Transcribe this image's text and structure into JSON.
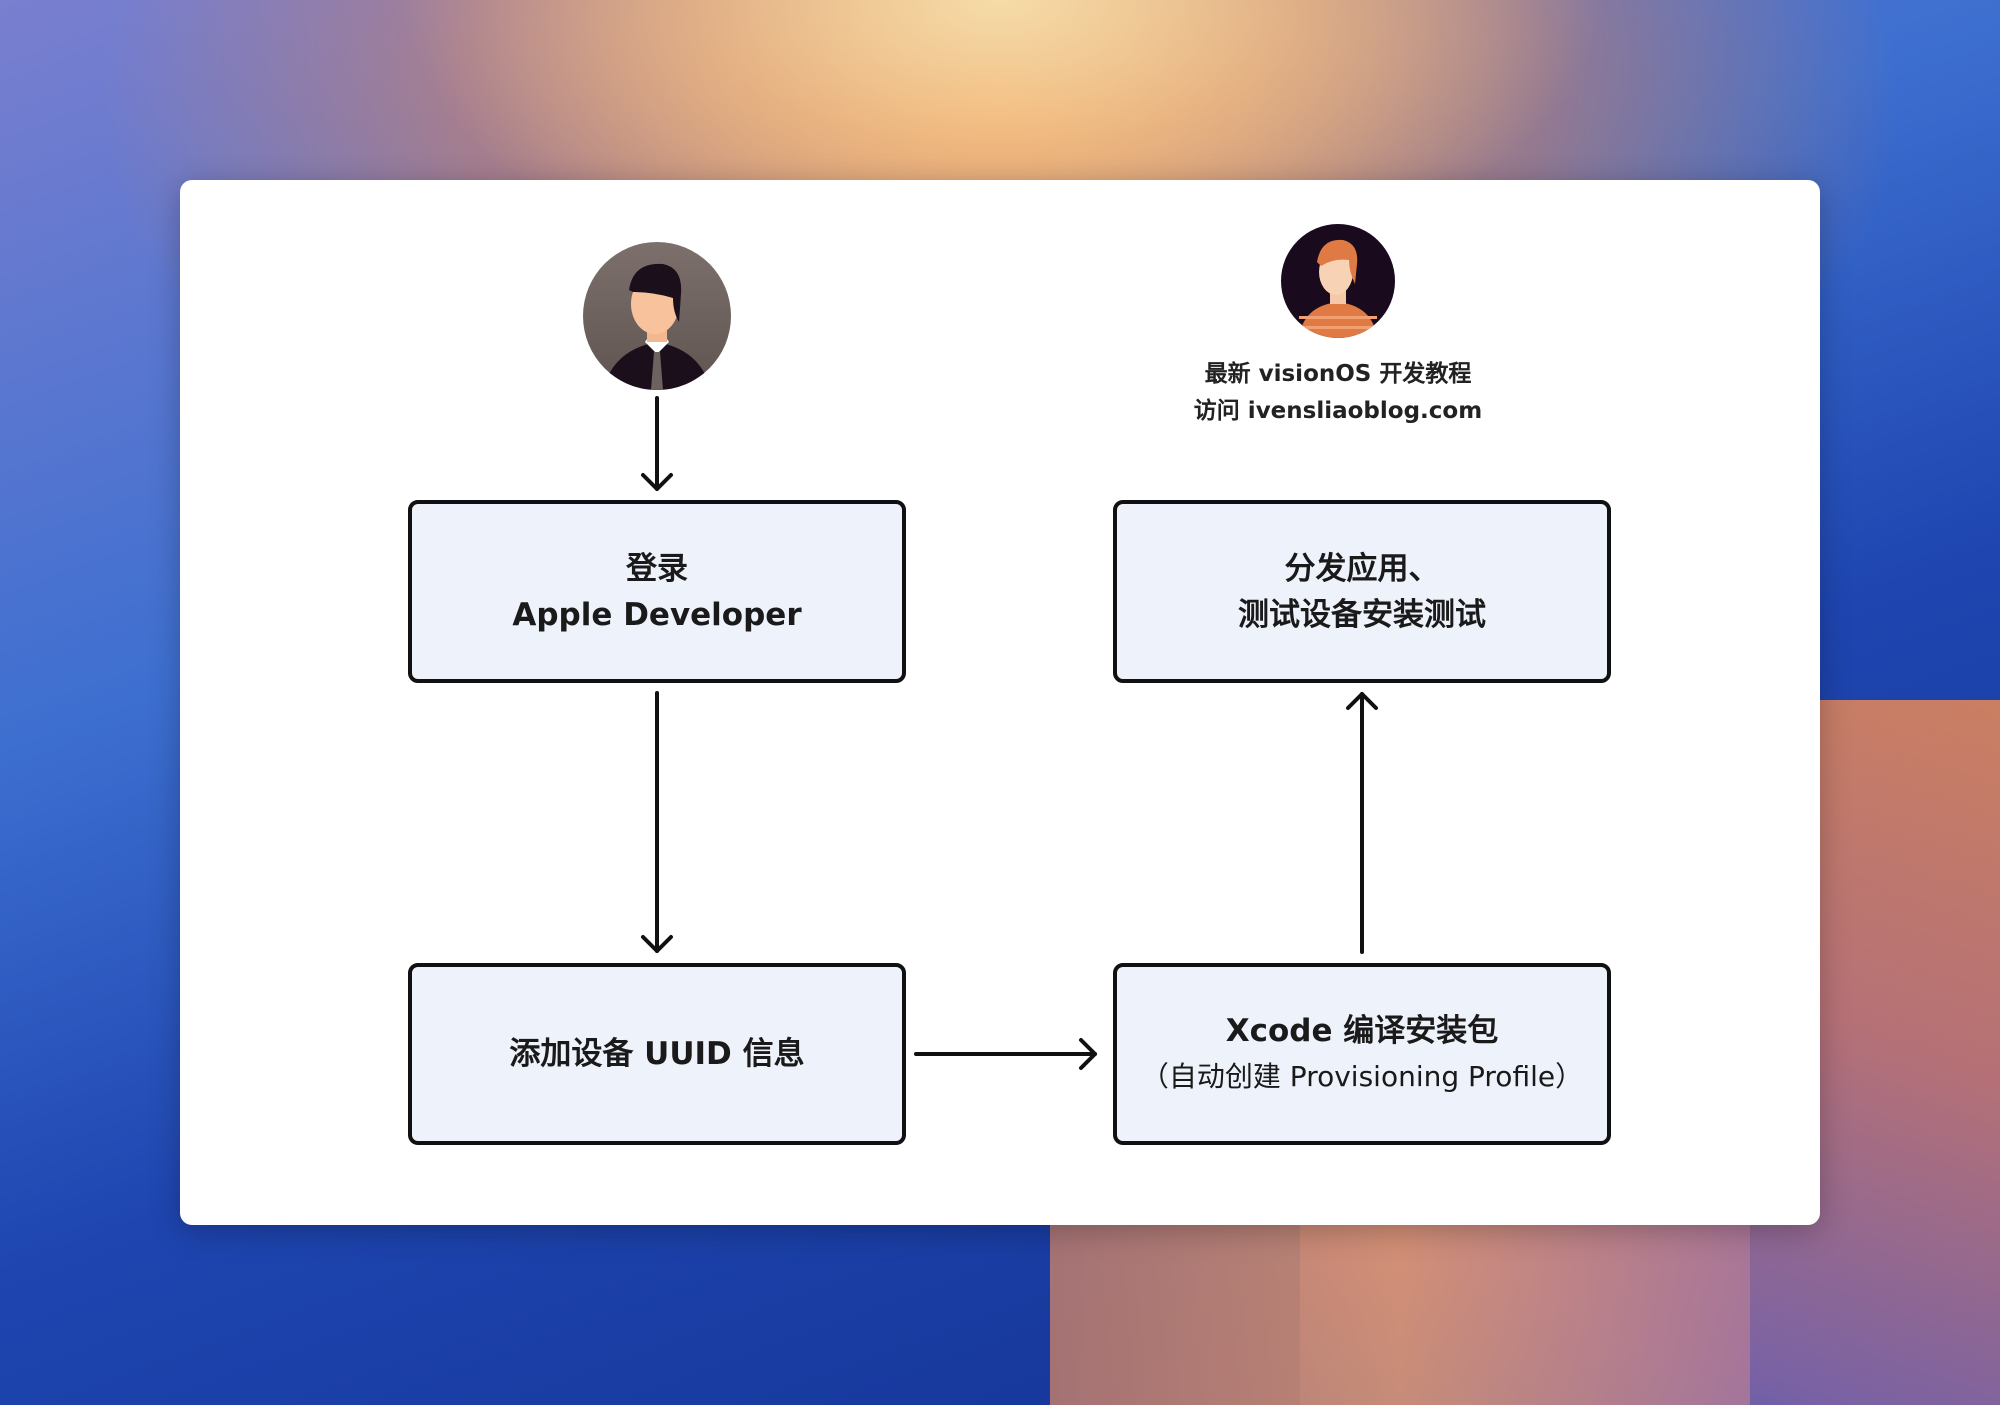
{
  "caption": {
    "line1": "最新 visionOS 开发教程",
    "line2": "访问 ivensliaoblog.com"
  },
  "boxes": {
    "login": {
      "line1": "登录",
      "line2": "Apple Developer"
    },
    "distribute": {
      "line1": "分发应用、",
      "line2": "测试设备安装测试"
    },
    "add_uuid": {
      "line1": "添加设备 UUID 信息"
    },
    "xcode": {
      "line1": "Xcode 编译安装包",
      "line2": "（自动创建 Provisioning Profile）"
    }
  },
  "colors": {
    "box_fill": "#eef2fb",
    "border": "#111111",
    "avatar1_bg": "#6e625e",
    "avatar2_bg": "#1a0a1e",
    "accent_orange": "#e07a45"
  },
  "icons": [
    "developer-avatar-icon",
    "tester-avatar-icon"
  ]
}
